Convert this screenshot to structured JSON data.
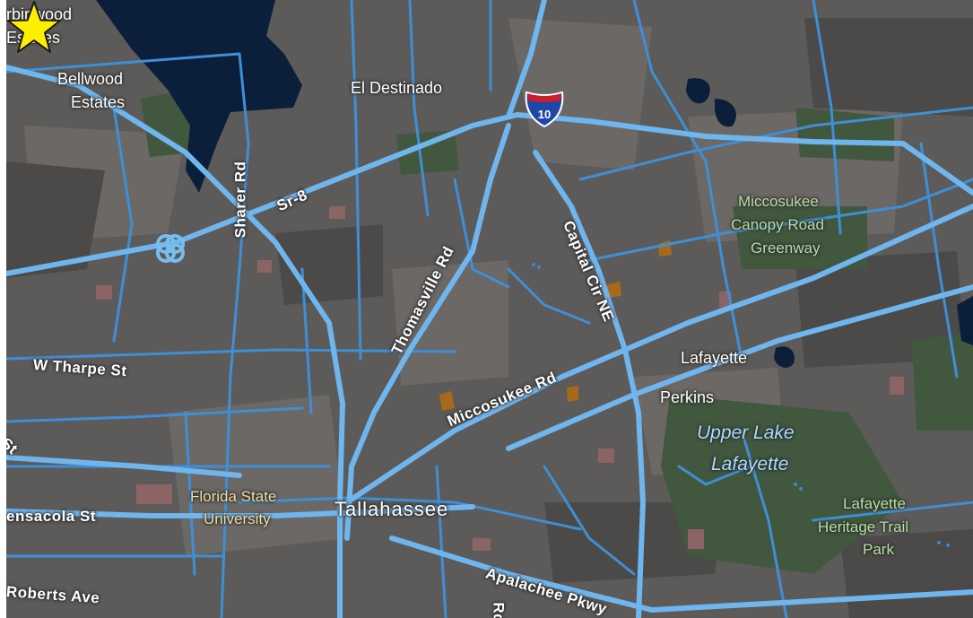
{
  "map": {
    "colors": {
      "land": "#5c5b59",
      "water": "#0c1f3a",
      "road": "#5aa6e6",
      "highway": "#79bdf0",
      "park": "#3f5a3d",
      "urban": "#6d6a66",
      "marker_fill": "#ffee00"
    },
    "place_labels": {
      "orbinwood": "rbinwood",
      "orbinwood_2": "Estates",
      "bellwood": "Bellwood",
      "bellwood_2": "Estates",
      "el_destinado": "El Destinado",
      "lafayette": "Lafayette",
      "perkins": "Perkins",
      "tallahassee": "Tallahassee"
    },
    "park_labels": {
      "miccosukee_1": "Miccosukee",
      "miccosukee_2": "Canopy Road",
      "miccosukee_3": "Greenway",
      "heritage_1": "Lafayette",
      "heritage_2": "Heritage Trail",
      "heritage_3": "Park"
    },
    "water_labels": {
      "upper_lake_1": "Upper Lake",
      "upper_lake_2": "Lafayette"
    },
    "university_labels": {
      "fsu_1": "Florida State",
      "fsu_2": "University"
    },
    "road_labels": {
      "sharer": "Sharer Rd",
      "sr8": "Sr-8",
      "thomasville": "Thomasville Rd",
      "capital": "Capital Cir NE",
      "w_tharpe": "W Tharpe St",
      "miccosukee_rd": "Miccosukee Rd",
      "pensacola": "ensacola St",
      "roberts": "Roberts Ave",
      "apalachee": "Apalachee Pkwy",
      "st_fragment": "St",
      "rd_fragment": "Rd"
    },
    "shield": {
      "route": "10",
      "icon": "interstate-shield-icon"
    },
    "marker": {
      "icon": "star-marker-icon"
    }
  }
}
